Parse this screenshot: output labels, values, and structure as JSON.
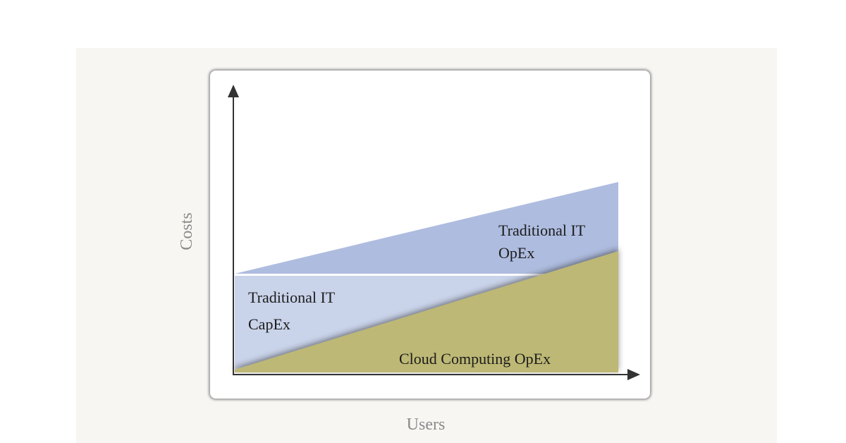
{
  "chart_data": {
    "type": "area",
    "title": "",
    "xlabel": "Users",
    "ylabel": "Costs",
    "xlim": [
      0,
      1
    ],
    "ylim": [
      0,
      1
    ],
    "grid": false,
    "x": [
      0,
      1
    ],
    "series": [
      {
        "name": "Traditional IT CapEx",
        "label_lines": [
          "Traditional IT",
          "CapEx"
        ],
        "values": [
          0.35,
          0.35
        ],
        "color": "#c9d3ea"
      },
      {
        "name": "Traditional IT OpEx",
        "label_lines": [
          "Traditional IT",
          "OpEx"
        ],
        "values": [
          0.35,
          0.675
        ],
        "color": "#aebcdf"
      },
      {
        "name": "Cloud Computing OpEx",
        "label_lines": [
          "Cloud Computing OpEx"
        ],
        "values": [
          0.01,
          0.43
        ],
        "color": "#bdb874"
      }
    ]
  }
}
